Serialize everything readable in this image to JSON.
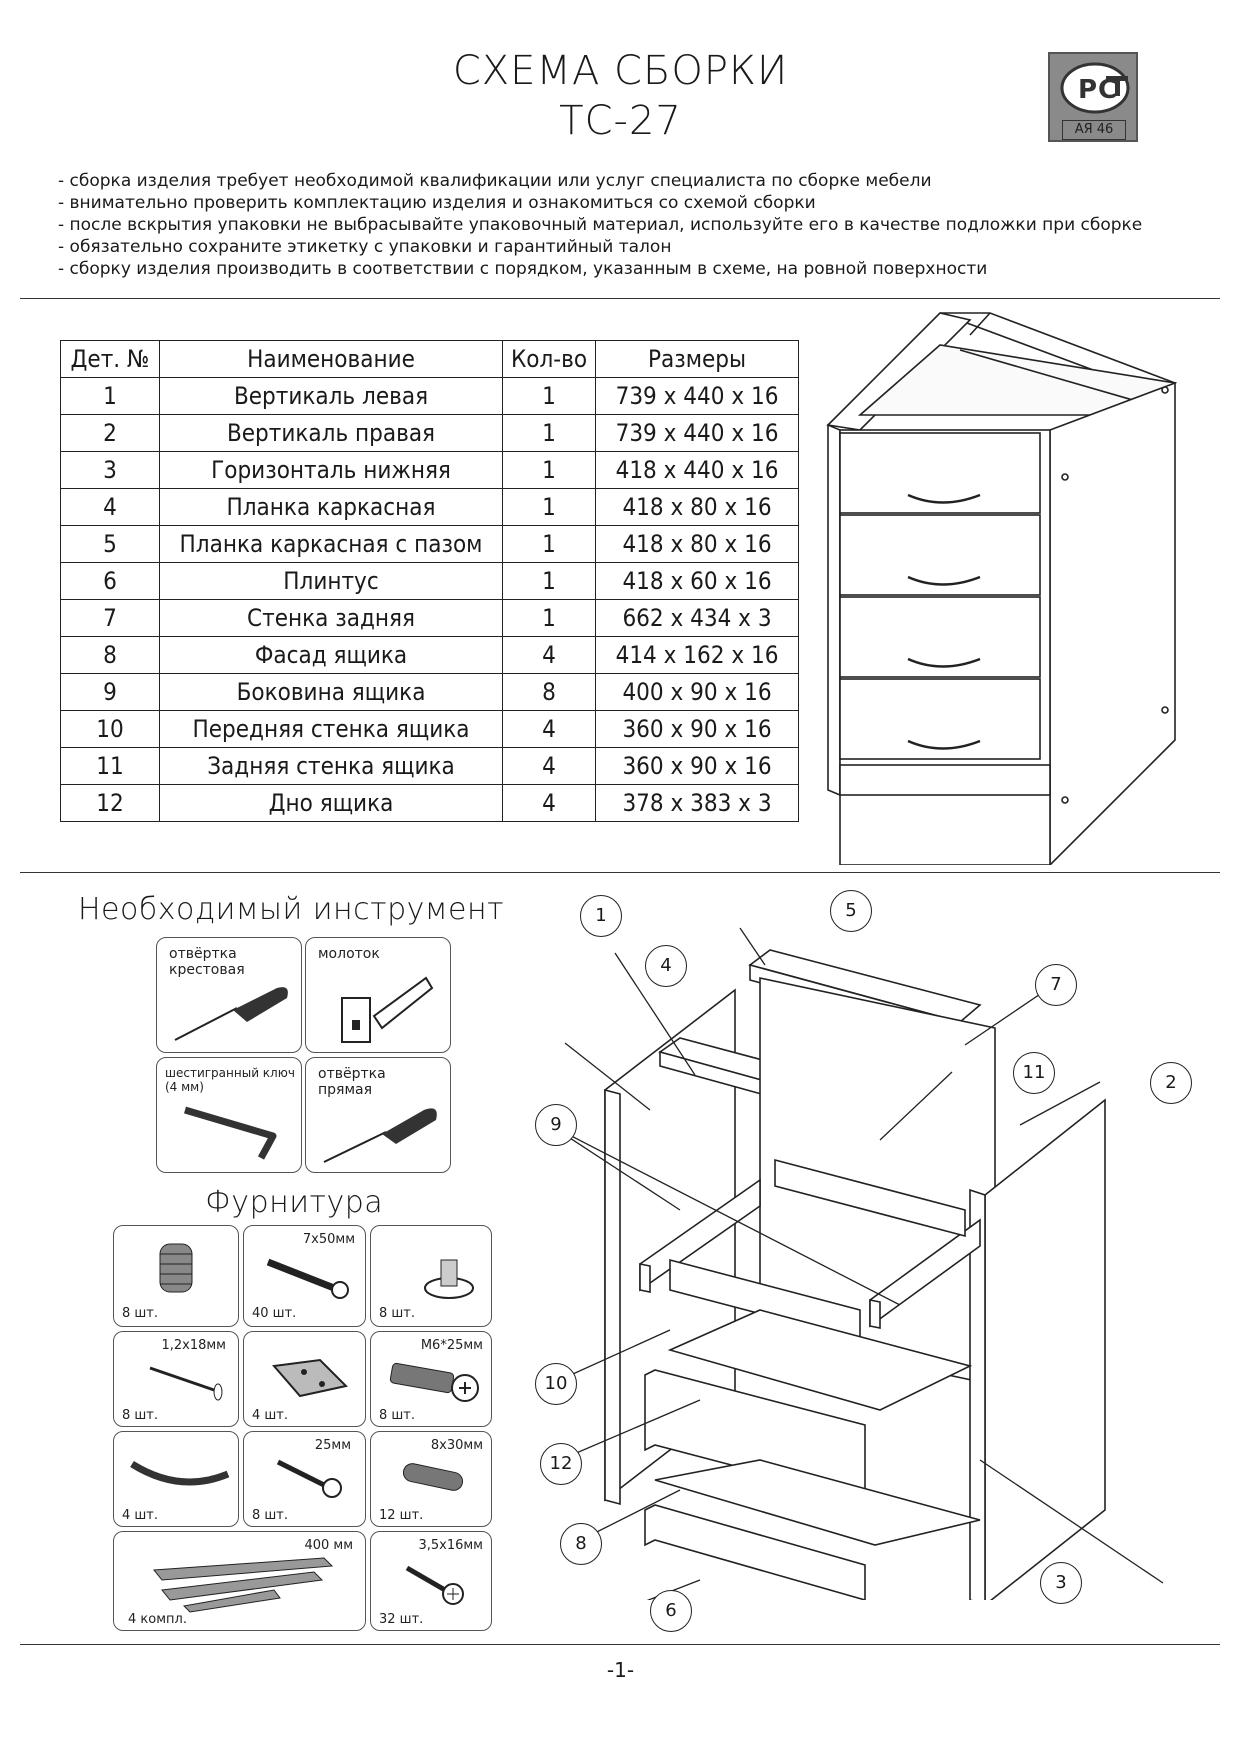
{
  "header": {
    "title_line1": "СХЕМА СБОРКИ",
    "title_line2": "ТС-27",
    "cert_code": "АЯ 46"
  },
  "notes": [
    "- сборка изделия требует необходимой квалификации или услуг специалиста по сборке мебели",
    "- внимательно проверить комплектацию изделия и ознакомиться со схемой сборки",
    "- после вскрытия упаковки не выбрасывайте упаковочный материал, используйте его в качестве подложки при сборке",
    "- обязательно сохраните этикетку с упаковки и гарантийный талон",
    "- сборку изделия производить в соответствии с порядком, указанным в схеме, на ровной поверхности"
  ],
  "parts_table": {
    "headers": [
      "Дет. №",
      "Наименование",
      "Кол-во",
      "Размеры"
    ],
    "rows": [
      [
        "1",
        "Вертикаль левая",
        "1",
        "739 x 440 x 16"
      ],
      [
        "2",
        "Вертикаль правая",
        "1",
        "739 x 440 x 16"
      ],
      [
        "3",
        "Горизонталь нижняя",
        "1",
        "418 x 440 x 16"
      ],
      [
        "4",
        "Планка каркасная",
        "1",
        "418 x 80 x 16"
      ],
      [
        "5",
        "Планка каркасная с пазом",
        "1",
        "418 x 80 x 16"
      ],
      [
        "6",
        "Плинтус",
        "1",
        "418 x 60 x 16"
      ],
      [
        "7",
        "Стенка задняя",
        "1",
        "662 x 434 x 3"
      ],
      [
        "8",
        "Фасад ящика",
        "4",
        "414 x 162 x 16"
      ],
      [
        "9",
        "Боковина ящика",
        "8",
        "400 x 90 x 16"
      ],
      [
        "10",
        "Передняя стенка ящика",
        "4",
        "360 x 90 x 16"
      ],
      [
        "11",
        "Задняя стенка ящика",
        "4",
        "360 x 90 x 16"
      ],
      [
        "12",
        "Дно ящика",
        "4",
        "378 x 383 x 3"
      ]
    ]
  },
  "tools": {
    "heading": "Необходимый инструмент",
    "items": [
      {
        "label_1": "отвёртка",
        "label_2": "крестовая"
      },
      {
        "label_1": "молоток"
      },
      {
        "label_1": "шестигранный ключ",
        "label_2": "(4 мм)"
      },
      {
        "label_1": "отвёртка",
        "label_2": "прямая"
      }
    ]
  },
  "hardware": {
    "heading": "Фурнитура",
    "items": [
      {
        "size": "",
        "qty": "8 шт."
      },
      {
        "size": "7x50мм",
        "qty": "40 шт."
      },
      {
        "size": "",
        "qty": "8 шт."
      },
      {
        "size": "1,2x18мм",
        "qty": "8 шт."
      },
      {
        "size": "",
        "qty": "4 шт."
      },
      {
        "size": "М6*25мм",
        "qty": "8 шт."
      },
      {
        "size": "",
        "qty": "4 шт."
      },
      {
        "size": "25мм",
        "qty": "8 шт."
      },
      {
        "size": "8x30мм",
        "qty": "12 шт."
      },
      {
        "size": "400 мм",
        "qty": "4 компл."
      },
      {
        "size": "3,5x16мм",
        "qty": "32 шт."
      }
    ]
  },
  "diagram": {
    "callouts": [
      "1",
      "2",
      "3",
      "4",
      "5",
      "6",
      "7",
      "8",
      "9",
      "10",
      "11",
      "12"
    ]
  },
  "footer": {
    "page_number": "-1-"
  }
}
